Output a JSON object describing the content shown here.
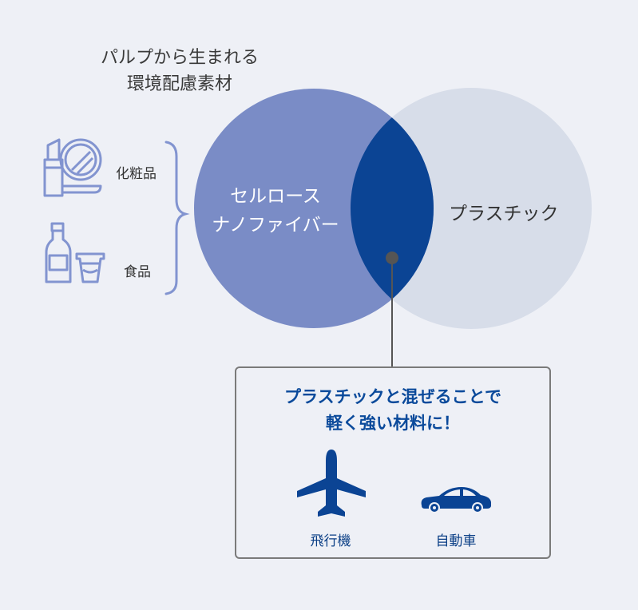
{
  "heading": {
    "line1": "パルプから生まれる",
    "line2": "環境配慮素材"
  },
  "uses": {
    "cosmetics_label": "化粧品",
    "food_label": "食品"
  },
  "venn": {
    "left_label_line1": "セルロース",
    "left_label_line2": "ナノファイバー",
    "right_label": "プラスチック",
    "colors": {
      "left": "#7a8cc6",
      "right": "#d7dde9",
      "overlap": "#0b4494",
      "line": "#555555"
    }
  },
  "callout": {
    "line1": "プラスチックと混ぜることで",
    "line2": "軽く強い材料に！",
    "items": [
      {
        "icon": "airplane-icon",
        "label": "飛行機"
      },
      {
        "icon": "car-icon",
        "label": "自動車"
      }
    ]
  },
  "icon_color": "#8294d0"
}
